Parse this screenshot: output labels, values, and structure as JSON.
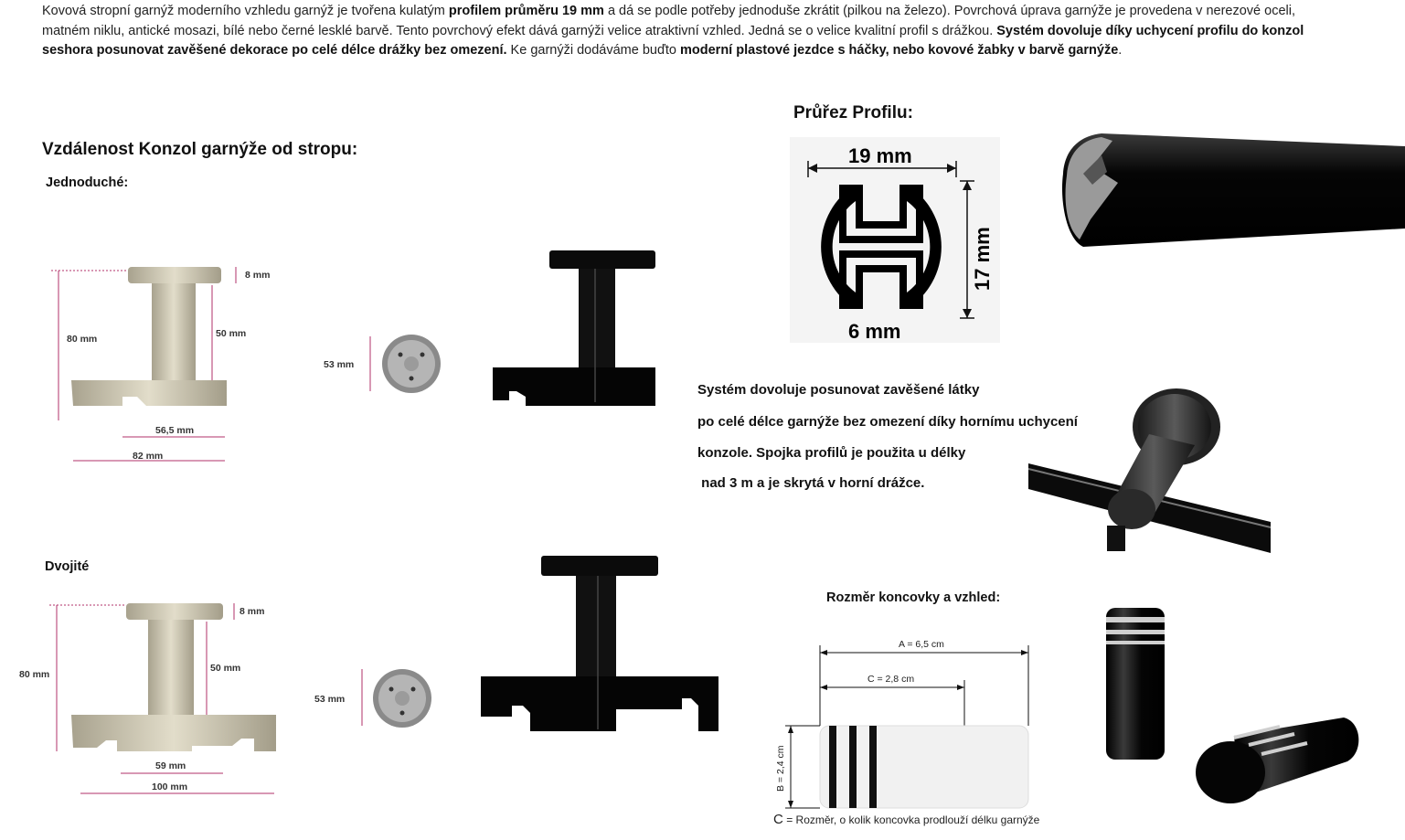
{
  "intro": {
    "s1": "Kovová stropní garnýž moderního vzhledu garnýž je tvořena kulatým ",
    "b1": "profilem průměru 19 mm",
    "s2": " a dá se podle potřeby jednoduše zkrátit (pilkou na železo). Povrchová úprava garnýže je provedena v nerezové oceli, matném niklu, antické mosazi, bílé nebo černé lesklé barvě. Tento povrchový efekt dává garnýži velice atraktivní vzhled. Jedná se o velice kvalitní profil s drážkou. ",
    "b2": "Systém dovoluje díky uchycení profilu do konzol seshora posunovat zavěšené dekorace po celé délce drážky bez omezení.",
    "s3": " Ke garnýži dodáváme buďto ",
    "b3": "moderní plastové jezdce s háčky, nebo kovové žabky v barvě garnýže",
    "s4": "."
  },
  "section_bracket": {
    "title": "Vzdálenost Konzol garnýže od stropu:",
    "single_label": "Jednoduché:",
    "double_label": "Dvojité"
  },
  "single_dims": {
    "h80": "80 mm",
    "h8": "8 mm",
    "h50": "50 mm",
    "w56": "56,5 mm",
    "w82": "82 mm",
    "d53": "53 mm"
  },
  "double_dims": {
    "h80": "80 mm",
    "h8": "8 mm",
    "h50": "50 mm",
    "w59": "59 mm",
    "w100": "100 mm",
    "d53": "53 mm"
  },
  "profile": {
    "title": "Průřez Profilu:",
    "width": "19 mm",
    "height": "17 mm",
    "gap": "6 mm"
  },
  "system_note": {
    "line1": "Systém dovoluje posunovat zavěšené látky",
    "line2": "po celé délce garnýže bez omezení díky hornímu uchycení",
    "line3": "konzole. Spojka profilů je použita u délky",
    "line4": " nad 3 m a je skrytá v horní drážce."
  },
  "endcap": {
    "title": "Rozměr koncovky a vzhled:",
    "a": "A = 6,5 cm",
    "c": "C = 2,8 cm",
    "b": "B = 2,4 cm",
    "caption_letter": "C",
    "caption": "= Rozměr, o kolik koncovka prodlouží délku garnýže"
  },
  "colors": {
    "nickel": "#c9c3b0",
    "black_finish": "#0b0b0b",
    "dimension_line": "#b0306a",
    "text": "#1a1a1a"
  }
}
